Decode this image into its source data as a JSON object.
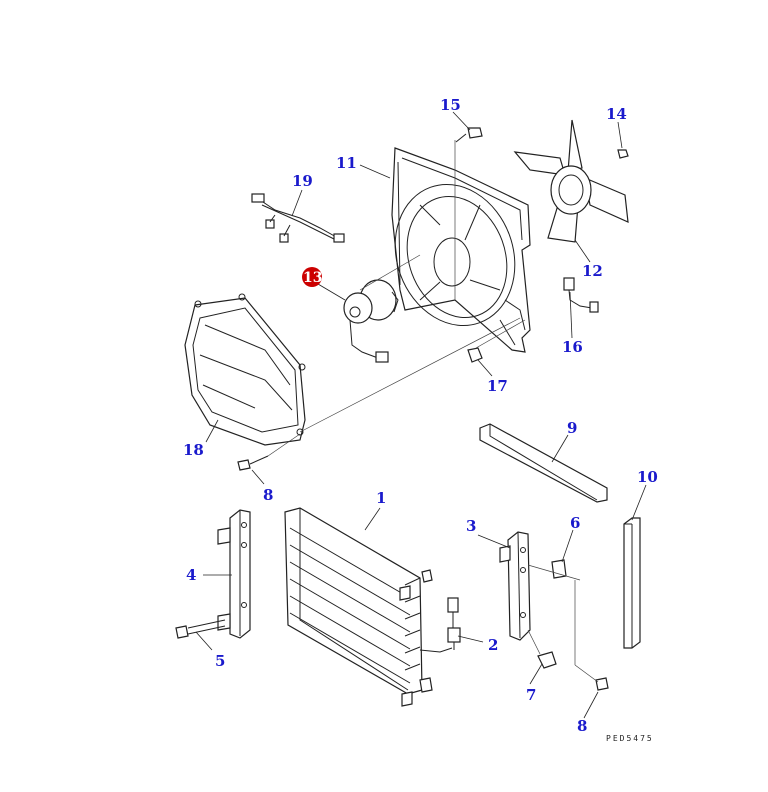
{
  "diagram": {
    "drawing_code": "PED5475",
    "highlighted_part": "13",
    "highlight_color": "#cc0000",
    "label_color": "#1a1acc",
    "labels": {
      "p1": "1",
      "p2": "2",
      "p3": "3",
      "p4": "4",
      "p5": "5",
      "p6": "6",
      "p7": "7",
      "p8a": "8",
      "p8b": "8",
      "p9": "9",
      "p10": "10",
      "p11": "11",
      "p12": "12",
      "p13": "13",
      "p14": "14",
      "p15": "15",
      "p16": "16",
      "p17": "17",
      "p18": "18",
      "p19": "19"
    }
  }
}
